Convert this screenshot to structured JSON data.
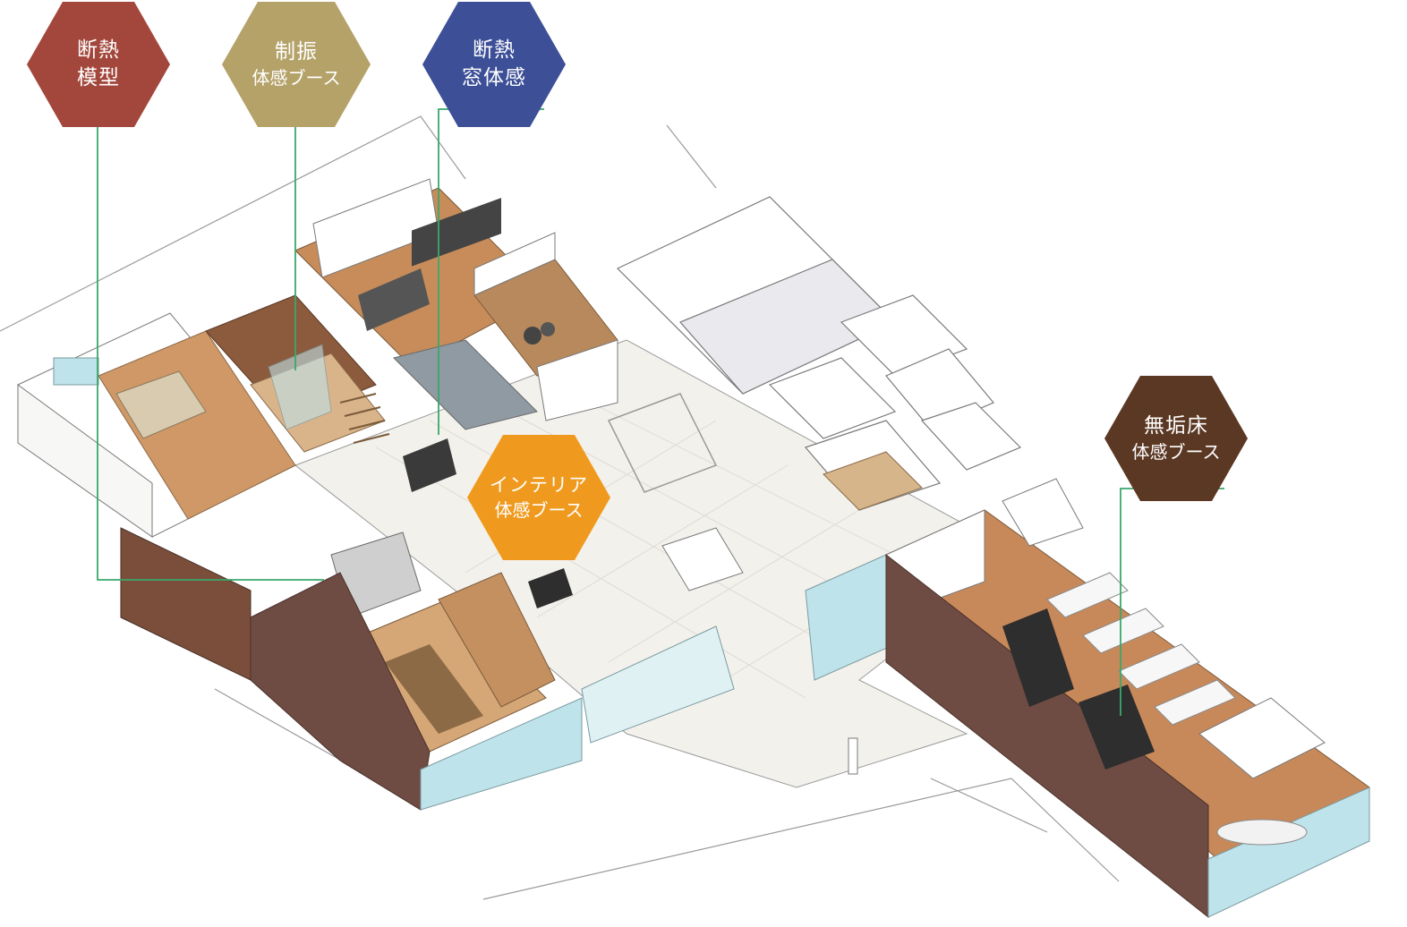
{
  "labels": [
    {
      "id": "insulation-model",
      "line1": "断熱",
      "line2": "模型",
      "color": "#a3473c"
    },
    {
      "id": "vibration-control-booth",
      "line1": "制振",
      "line2": "体感ブース",
      "color": "#b4a269"
    },
    {
      "id": "insulated-window",
      "line1": "断熱",
      "line2": "窓体感",
      "color": "#3c4f97"
    },
    {
      "id": "interior-booth",
      "line1": "インテリア",
      "line2": "体感ブース",
      "color": "#ef9a1e"
    },
    {
      "id": "solid-wood-floor-booth",
      "line1": "無垢床",
      "line2": "体感ブース",
      "color": "#5b3823"
    }
  ],
  "colors": {
    "leader_line": "#3aa86b",
    "floor_wood": "#c98f5e",
    "floor_tile": "#f1efe9",
    "wall_white": "#ffffff",
    "wall_edge": "#8a8a8a",
    "exterior_wall": "#6b4a43",
    "glass": "#bfe3ea"
  }
}
